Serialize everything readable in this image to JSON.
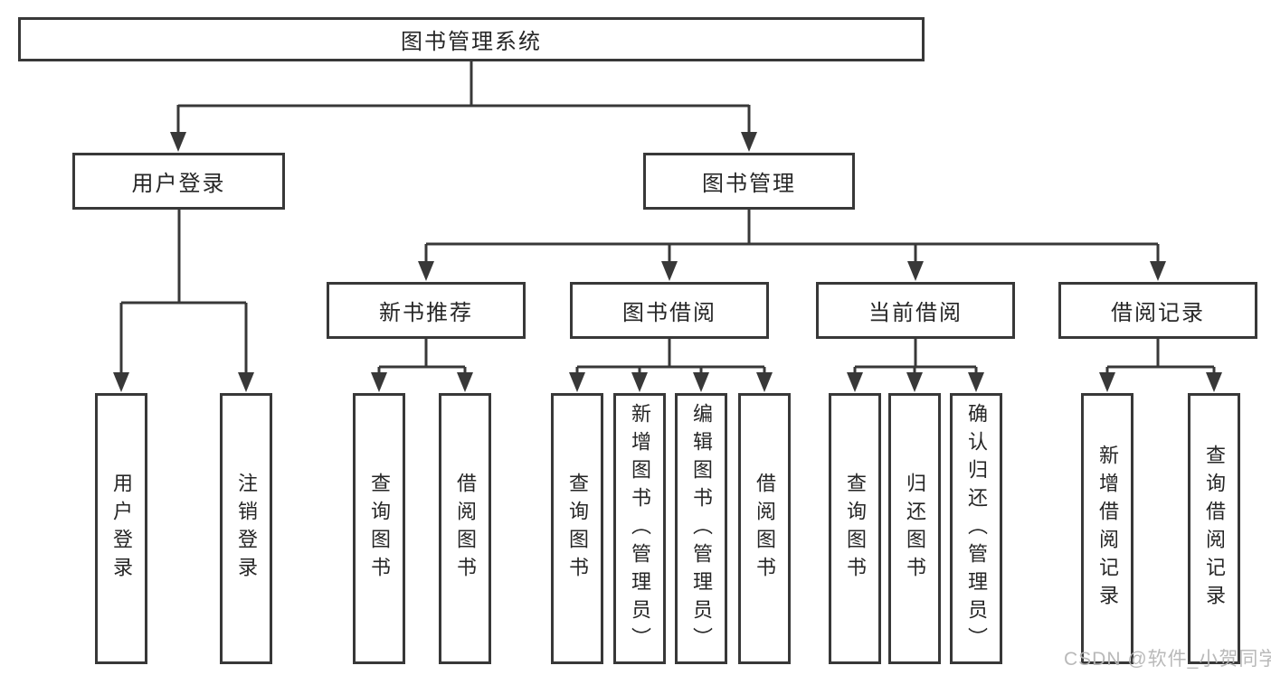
{
  "diagram": {
    "type": "hierarchy-tree",
    "title": "图书管理系统"
  },
  "tree": {
    "root": {
      "label": "图书管理系统",
      "children": [
        {
          "label": "用户登录",
          "children": [
            {
              "label": "用户登录"
            },
            {
              "label": "注销登录"
            }
          ]
        },
        {
          "label": "图书管理",
          "children": [
            {
              "label": "新书推荐",
              "children": [
                {
                  "label": "查询图书"
                },
                {
                  "label": "借阅图书"
                }
              ]
            },
            {
              "label": "图书借阅",
              "children": [
                {
                  "label": "查询图书"
                },
                {
                  "label": "新增图书（管理员）"
                },
                {
                  "label": "编辑图书（管理员）"
                },
                {
                  "label": "借阅图书"
                }
              ]
            },
            {
              "label": "当前借阅",
              "children": [
                {
                  "label": "查询图书"
                },
                {
                  "label": "归还图书"
                },
                {
                  "label": "确认归还（管理员）"
                }
              ]
            },
            {
              "label": "借阅记录",
              "children": [
                {
                  "label": "新增借阅记录"
                },
                {
                  "label": "查询借阅记录"
                }
              ]
            }
          ]
        }
      ]
    }
  },
  "watermark": {
    "text": "CSDN @软件_小贺同学",
    "color": "#b5b5b5"
  },
  "colors": {
    "line": "#383838",
    "text": "#262626",
    "node_fill": "#ffffff",
    "background": "#ffffff"
  }
}
